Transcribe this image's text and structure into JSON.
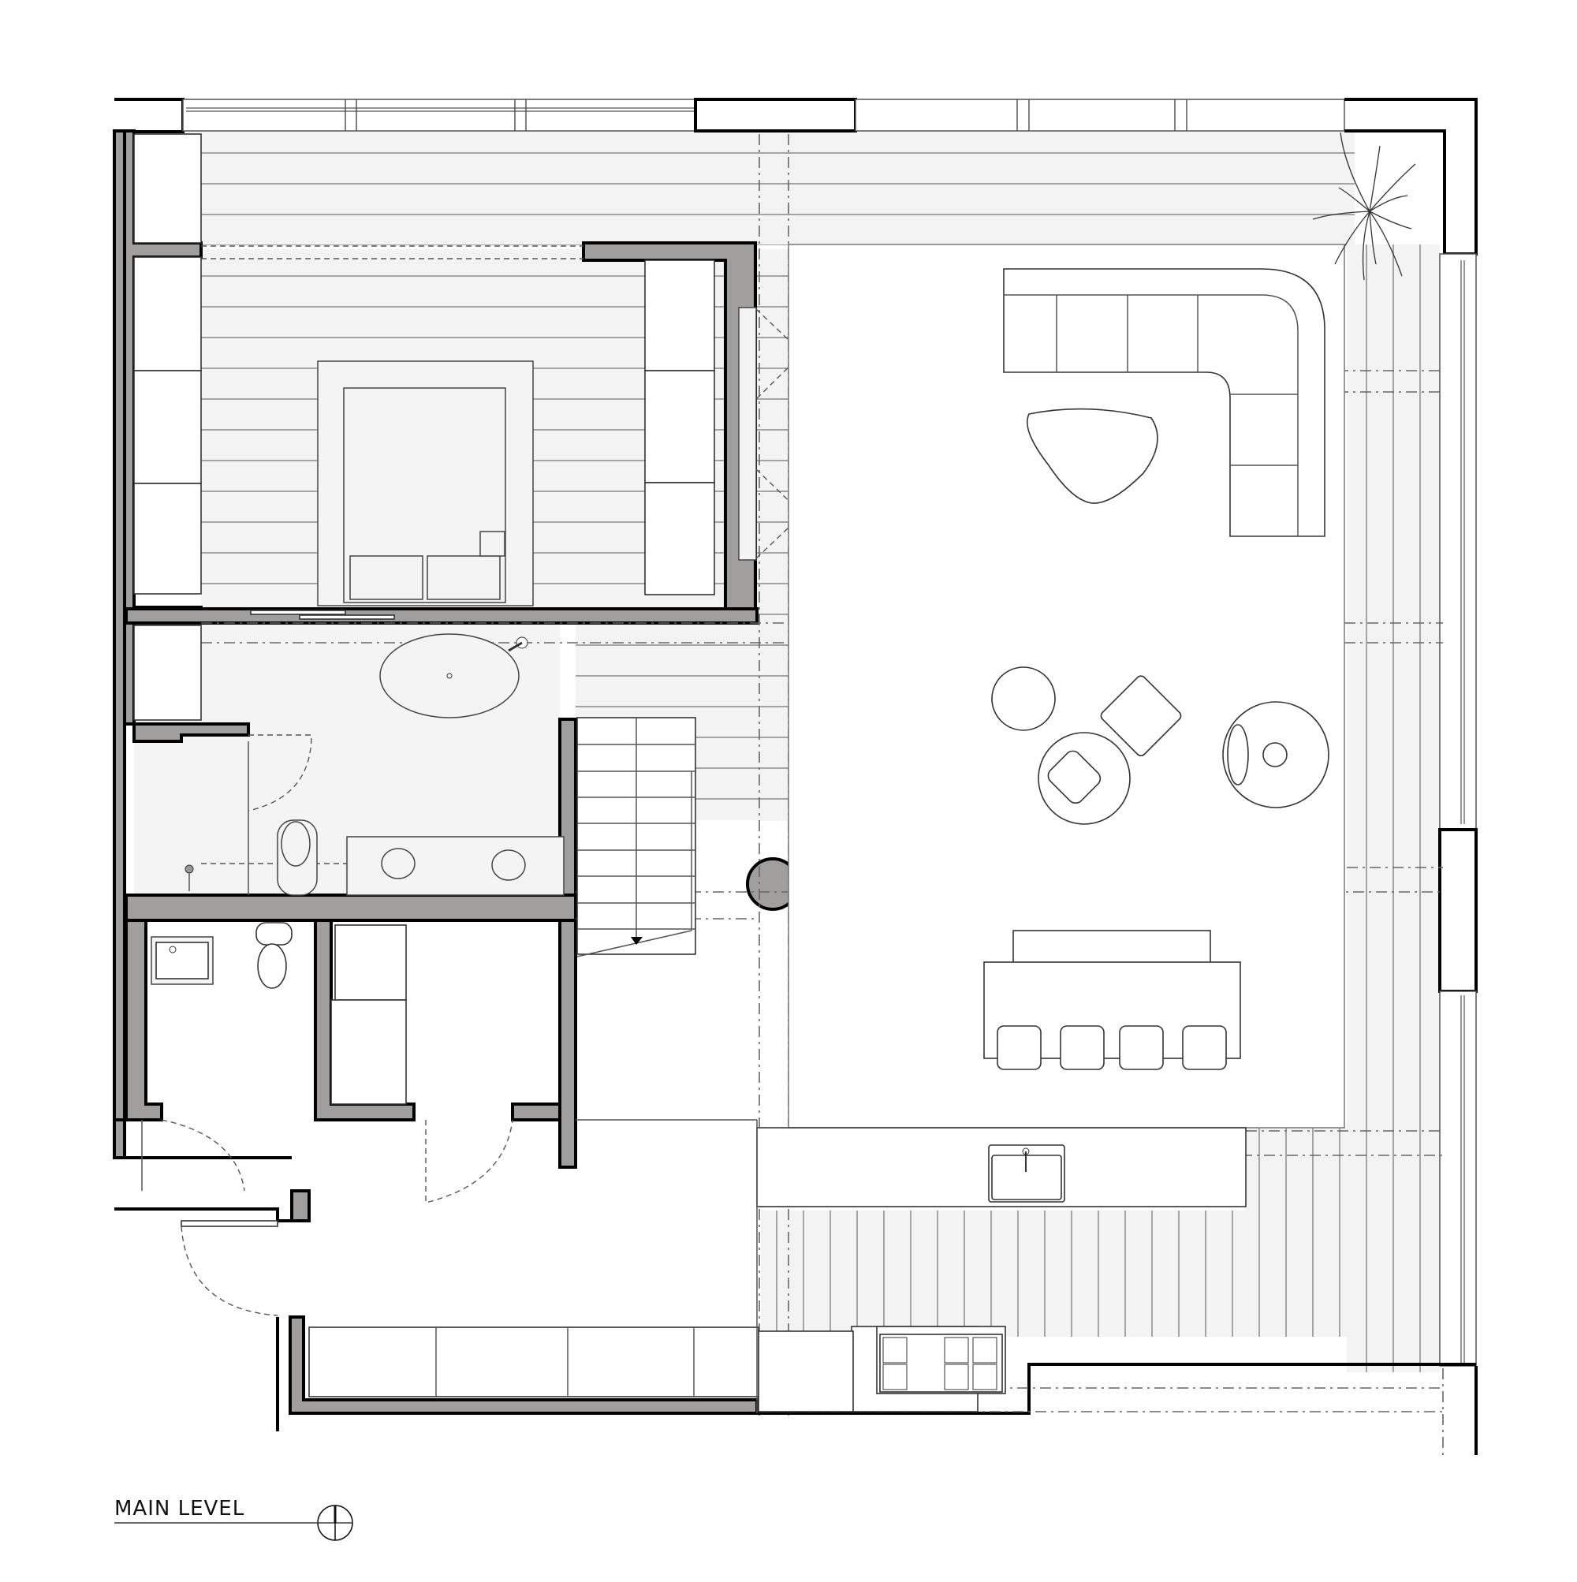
{
  "drawing": {
    "title": "MAIN LEVEL",
    "type": "architectural floor plan",
    "north_symbol": "north-arrow-circle"
  },
  "colors": {
    "wall_fill": "#a09f9d",
    "wall_outline": "#000000",
    "floor_boards": "#f3f3f3",
    "background": "#ffffff"
  },
  "rooms": [
    {
      "name": "bedroom",
      "features": [
        "bed",
        "wardrobe-left",
        "wardrobe-right",
        "sliding-door"
      ]
    },
    {
      "name": "ensuite-bathroom",
      "features": [
        "freestanding-tub",
        "toilet",
        "double-vanity",
        "shower"
      ]
    },
    {
      "name": "powder-room",
      "features": [
        "toilet",
        "sink",
        "swing-door"
      ]
    },
    {
      "name": "laundry-closet",
      "features": [
        "washer",
        "dryer",
        "swing-door"
      ]
    },
    {
      "name": "stair",
      "features": [
        "stair-run",
        "down-arrow"
      ]
    },
    {
      "name": "living-room",
      "features": [
        "sectional-sofa",
        "coffee-table",
        "plant"
      ]
    },
    {
      "name": "lounge",
      "features": [
        "side-table",
        "lounge-chair",
        "ottoman",
        "egg-chair"
      ]
    },
    {
      "name": "kitchen",
      "features": [
        "island",
        "4-bar-stools",
        "sink",
        "range-6-burner"
      ]
    },
    {
      "name": "entry",
      "features": [
        "entry-door",
        "bench-storage"
      ]
    }
  ]
}
